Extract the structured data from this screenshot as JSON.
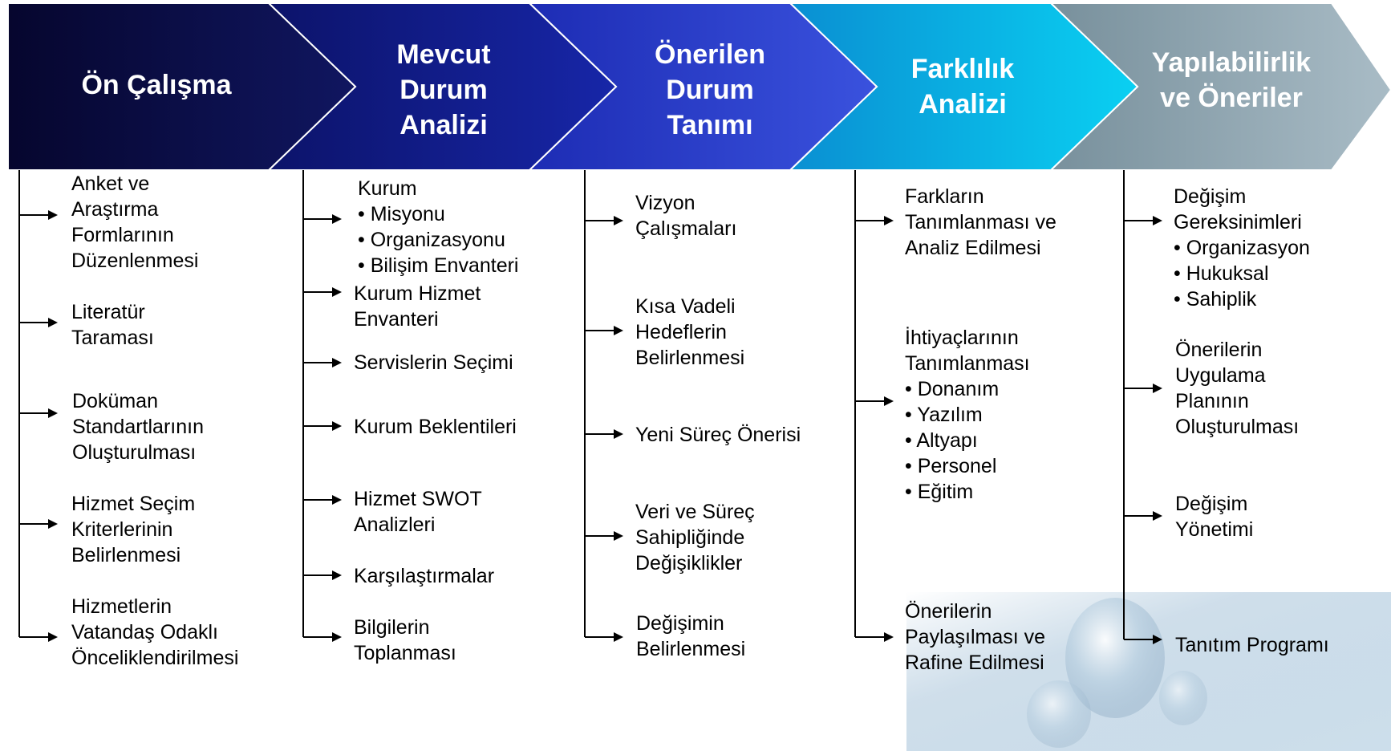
{
  "phases": [
    {
      "lines": [
        "Ön Çalışma"
      ]
    },
    {
      "lines": [
        "Mevcut",
        "Durum",
        "Analizi"
      ]
    },
    {
      "lines": [
        "Önerilen",
        "Durum",
        "Tanımı"
      ]
    },
    {
      "lines": [
        "Farklılık",
        "Analizi"
      ]
    },
    {
      "lines": [
        "Yapılabilirlik",
        "ve Öneriler"
      ]
    }
  ],
  "columns": [
    {
      "items": [
        {
          "lines": [
            "Anket ve",
            "Araştırma",
            "Formlarının",
            "Düzenlenmesi"
          ]
        },
        {
          "lines": [
            "Literatür",
            "Taraması"
          ]
        },
        {
          "lines": [
            "Doküman",
            "Standartlarının",
            "Oluşturulması"
          ]
        },
        {
          "lines": [
            "Hizmet Seçim",
            "Kriterlerinin",
            "Belirlenmesi"
          ]
        },
        {
          "lines": [
            "Hizmetlerin",
            "Vatandaş Odaklı",
            "Önceliklendirilmesi"
          ]
        }
      ]
    },
    {
      "items": [
        {
          "lines": [
            "Kurum",
            "• Misyonu",
            "• Organizasyonu",
            "• Bilişim Envanteri"
          ]
        },
        {
          "lines": [
            "Kurum Hizmet",
            "Envanteri"
          ]
        },
        {
          "lines": [
            "Servislerin Seçimi"
          ]
        },
        {
          "lines": [
            "Kurum Beklentileri"
          ]
        },
        {
          "lines": [
            "Hizmet SWOT",
            "Analizleri"
          ]
        },
        {
          "lines": [
            "Karşılaştırmalar"
          ]
        },
        {
          "lines": [
            "Bilgilerin",
            "Toplanması"
          ]
        }
      ]
    },
    {
      "items": [
        {
          "lines": [
            "Vizyon",
            "Çalışmaları"
          ]
        },
        {
          "lines": [
            "Kısa Vadeli",
            "Hedeflerin",
            "Belirlenmesi"
          ]
        },
        {
          "lines": [
            "Yeni Süreç Önerisi"
          ]
        },
        {
          "lines": [
            "Veri ve Süreç",
            "Sahipliğinde",
            "Değişiklikler"
          ]
        },
        {
          "lines": [
            "Değişimin",
            "Belirlenmesi"
          ]
        }
      ]
    },
    {
      "items": [
        {
          "lines": [
            "Farkların",
            "Tanımlanması ve",
            "Analiz Edilmesi"
          ]
        },
        {
          "lines": [
            "İhtiyaçlarının",
            "Tanımlanması",
            "• Donanım",
            "• Yazılım",
            "• Altyapı",
            "• Personel",
            "• Eğitim"
          ]
        },
        {
          "lines": [
            "Önerilerin",
            "Paylaşılması ve",
            "Rafine Edilmesi"
          ]
        }
      ]
    },
    {
      "items": [
        {
          "lines": [
            "Değişim",
            "Gereksinimleri",
            "• Organizasyon",
            "• Hukuksal",
            "• Sahiplik"
          ]
        },
        {
          "lines": [
            "Önerilerin",
            "Uygulama",
            "Planının",
            "Oluşturulması"
          ]
        },
        {
          "lines": [
            "Değişim",
            "Yönetimi"
          ]
        },
        {
          "lines": [
            "Tanıtım Programı"
          ]
        }
      ]
    }
  ]
}
